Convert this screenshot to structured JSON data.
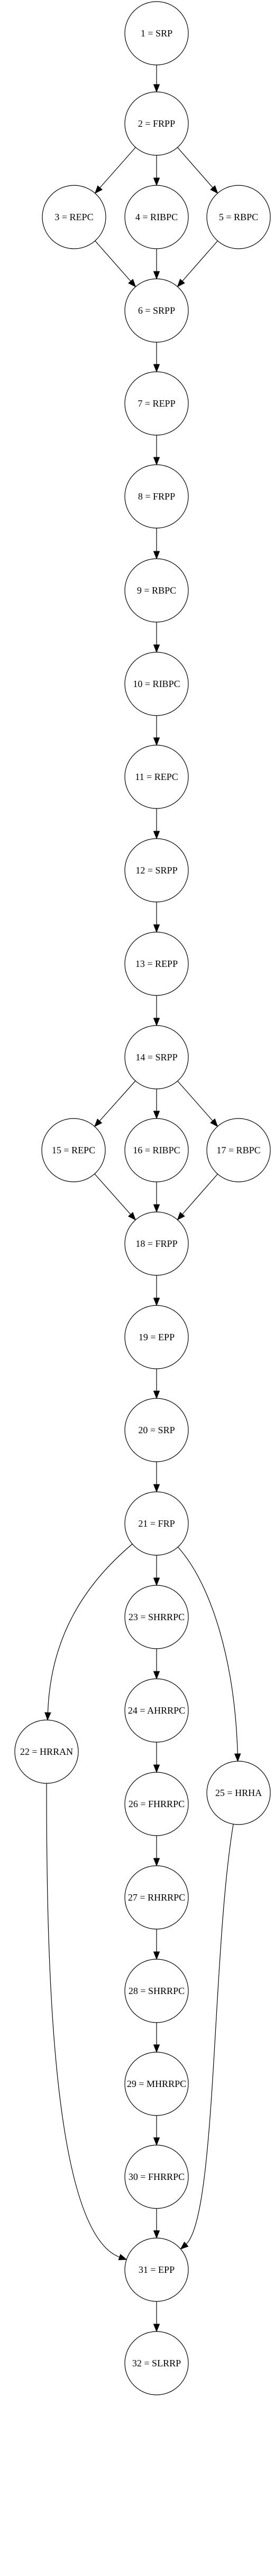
{
  "nodes": [
    {
      "id": "n1",
      "label": "1 = SRP"
    },
    {
      "id": "n2",
      "label": "2 = FRPP"
    },
    {
      "id": "n3",
      "label": "3 = REPC"
    },
    {
      "id": "n4",
      "label": "4 = RIBPC"
    },
    {
      "id": "n5",
      "label": "5 = RBPC"
    },
    {
      "id": "n6",
      "label": "6 = SRPP"
    },
    {
      "id": "n7",
      "label": "7 = REPP"
    },
    {
      "id": "n8",
      "label": "8 = FRPP"
    },
    {
      "id": "n9",
      "label": "9 = RBPC"
    },
    {
      "id": "n10",
      "label": "10 = RIBPC"
    },
    {
      "id": "n11",
      "label": "11 = REPC"
    },
    {
      "id": "n12",
      "label": "12 = SRPP"
    },
    {
      "id": "n13",
      "label": "13 = REPP"
    },
    {
      "id": "n14",
      "label": "14 = SRPP"
    },
    {
      "id": "n15",
      "label": "15 = REPC"
    },
    {
      "id": "n16",
      "label": "16 = RIBPC"
    },
    {
      "id": "n17",
      "label": "17 = RBPC"
    },
    {
      "id": "n18",
      "label": "18 = FRPP"
    },
    {
      "id": "n19",
      "label": "19 = EPP"
    },
    {
      "id": "n20",
      "label": "20 = SRP"
    },
    {
      "id": "n21",
      "label": "21 = FRP"
    },
    {
      "id": "n22",
      "label": "22 = HRRAN"
    },
    {
      "id": "n23",
      "label": "23 = SHRRPC"
    },
    {
      "id": "n24",
      "label": "24 = AHRRPC"
    },
    {
      "id": "n25",
      "label": "25 = HRHA"
    },
    {
      "id": "n26",
      "label": "26 = FHRRPC"
    },
    {
      "id": "n27",
      "label": "27 = RHRRPC"
    },
    {
      "id": "n28",
      "label": "28 = SHRRPC"
    },
    {
      "id": "n29",
      "label": "29 = MHRRPC"
    },
    {
      "id": "n30",
      "label": "30 = FHRRPC"
    },
    {
      "id": "n31",
      "label": "31 = EPP"
    },
    {
      "id": "n32",
      "label": "32 = SLRRP"
    }
  ],
  "edges": [
    {
      "from": "n1",
      "to": "n2"
    },
    {
      "from": "n2",
      "to": "n3"
    },
    {
      "from": "n2",
      "to": "n4"
    },
    {
      "from": "n2",
      "to": "n5"
    },
    {
      "from": "n3",
      "to": "n6"
    },
    {
      "from": "n4",
      "to": "n6"
    },
    {
      "from": "n5",
      "to": "n6"
    },
    {
      "from": "n6",
      "to": "n7"
    },
    {
      "from": "n7",
      "to": "n8"
    },
    {
      "from": "n8",
      "to": "n9"
    },
    {
      "from": "n9",
      "to": "n10"
    },
    {
      "from": "n10",
      "to": "n11"
    },
    {
      "from": "n11",
      "to": "n12"
    },
    {
      "from": "n12",
      "to": "n13"
    },
    {
      "from": "n13",
      "to": "n14"
    },
    {
      "from": "n14",
      "to": "n15"
    },
    {
      "from": "n14",
      "to": "n16"
    },
    {
      "from": "n14",
      "to": "n17"
    },
    {
      "from": "n15",
      "to": "n18"
    },
    {
      "from": "n16",
      "to": "n18"
    },
    {
      "from": "n17",
      "to": "n18"
    },
    {
      "from": "n18",
      "to": "n19"
    },
    {
      "from": "n19",
      "to": "n20"
    },
    {
      "from": "n20",
      "to": "n21"
    },
    {
      "from": "n21",
      "to": "n22"
    },
    {
      "from": "n21",
      "to": "n23"
    },
    {
      "from": "n21",
      "to": "n25"
    },
    {
      "from": "n23",
      "to": "n24"
    },
    {
      "from": "n24",
      "to": "n26"
    },
    {
      "from": "n26",
      "to": "n27"
    },
    {
      "from": "n27",
      "to": "n28"
    },
    {
      "from": "n28",
      "to": "n29"
    },
    {
      "from": "n29",
      "to": "n30"
    },
    {
      "from": "n30",
      "to": "n31"
    },
    {
      "from": "n22",
      "to": "n31"
    },
    {
      "from": "n25",
      "to": "n31"
    },
    {
      "from": "n31",
      "to": "n32"
    }
  ]
}
